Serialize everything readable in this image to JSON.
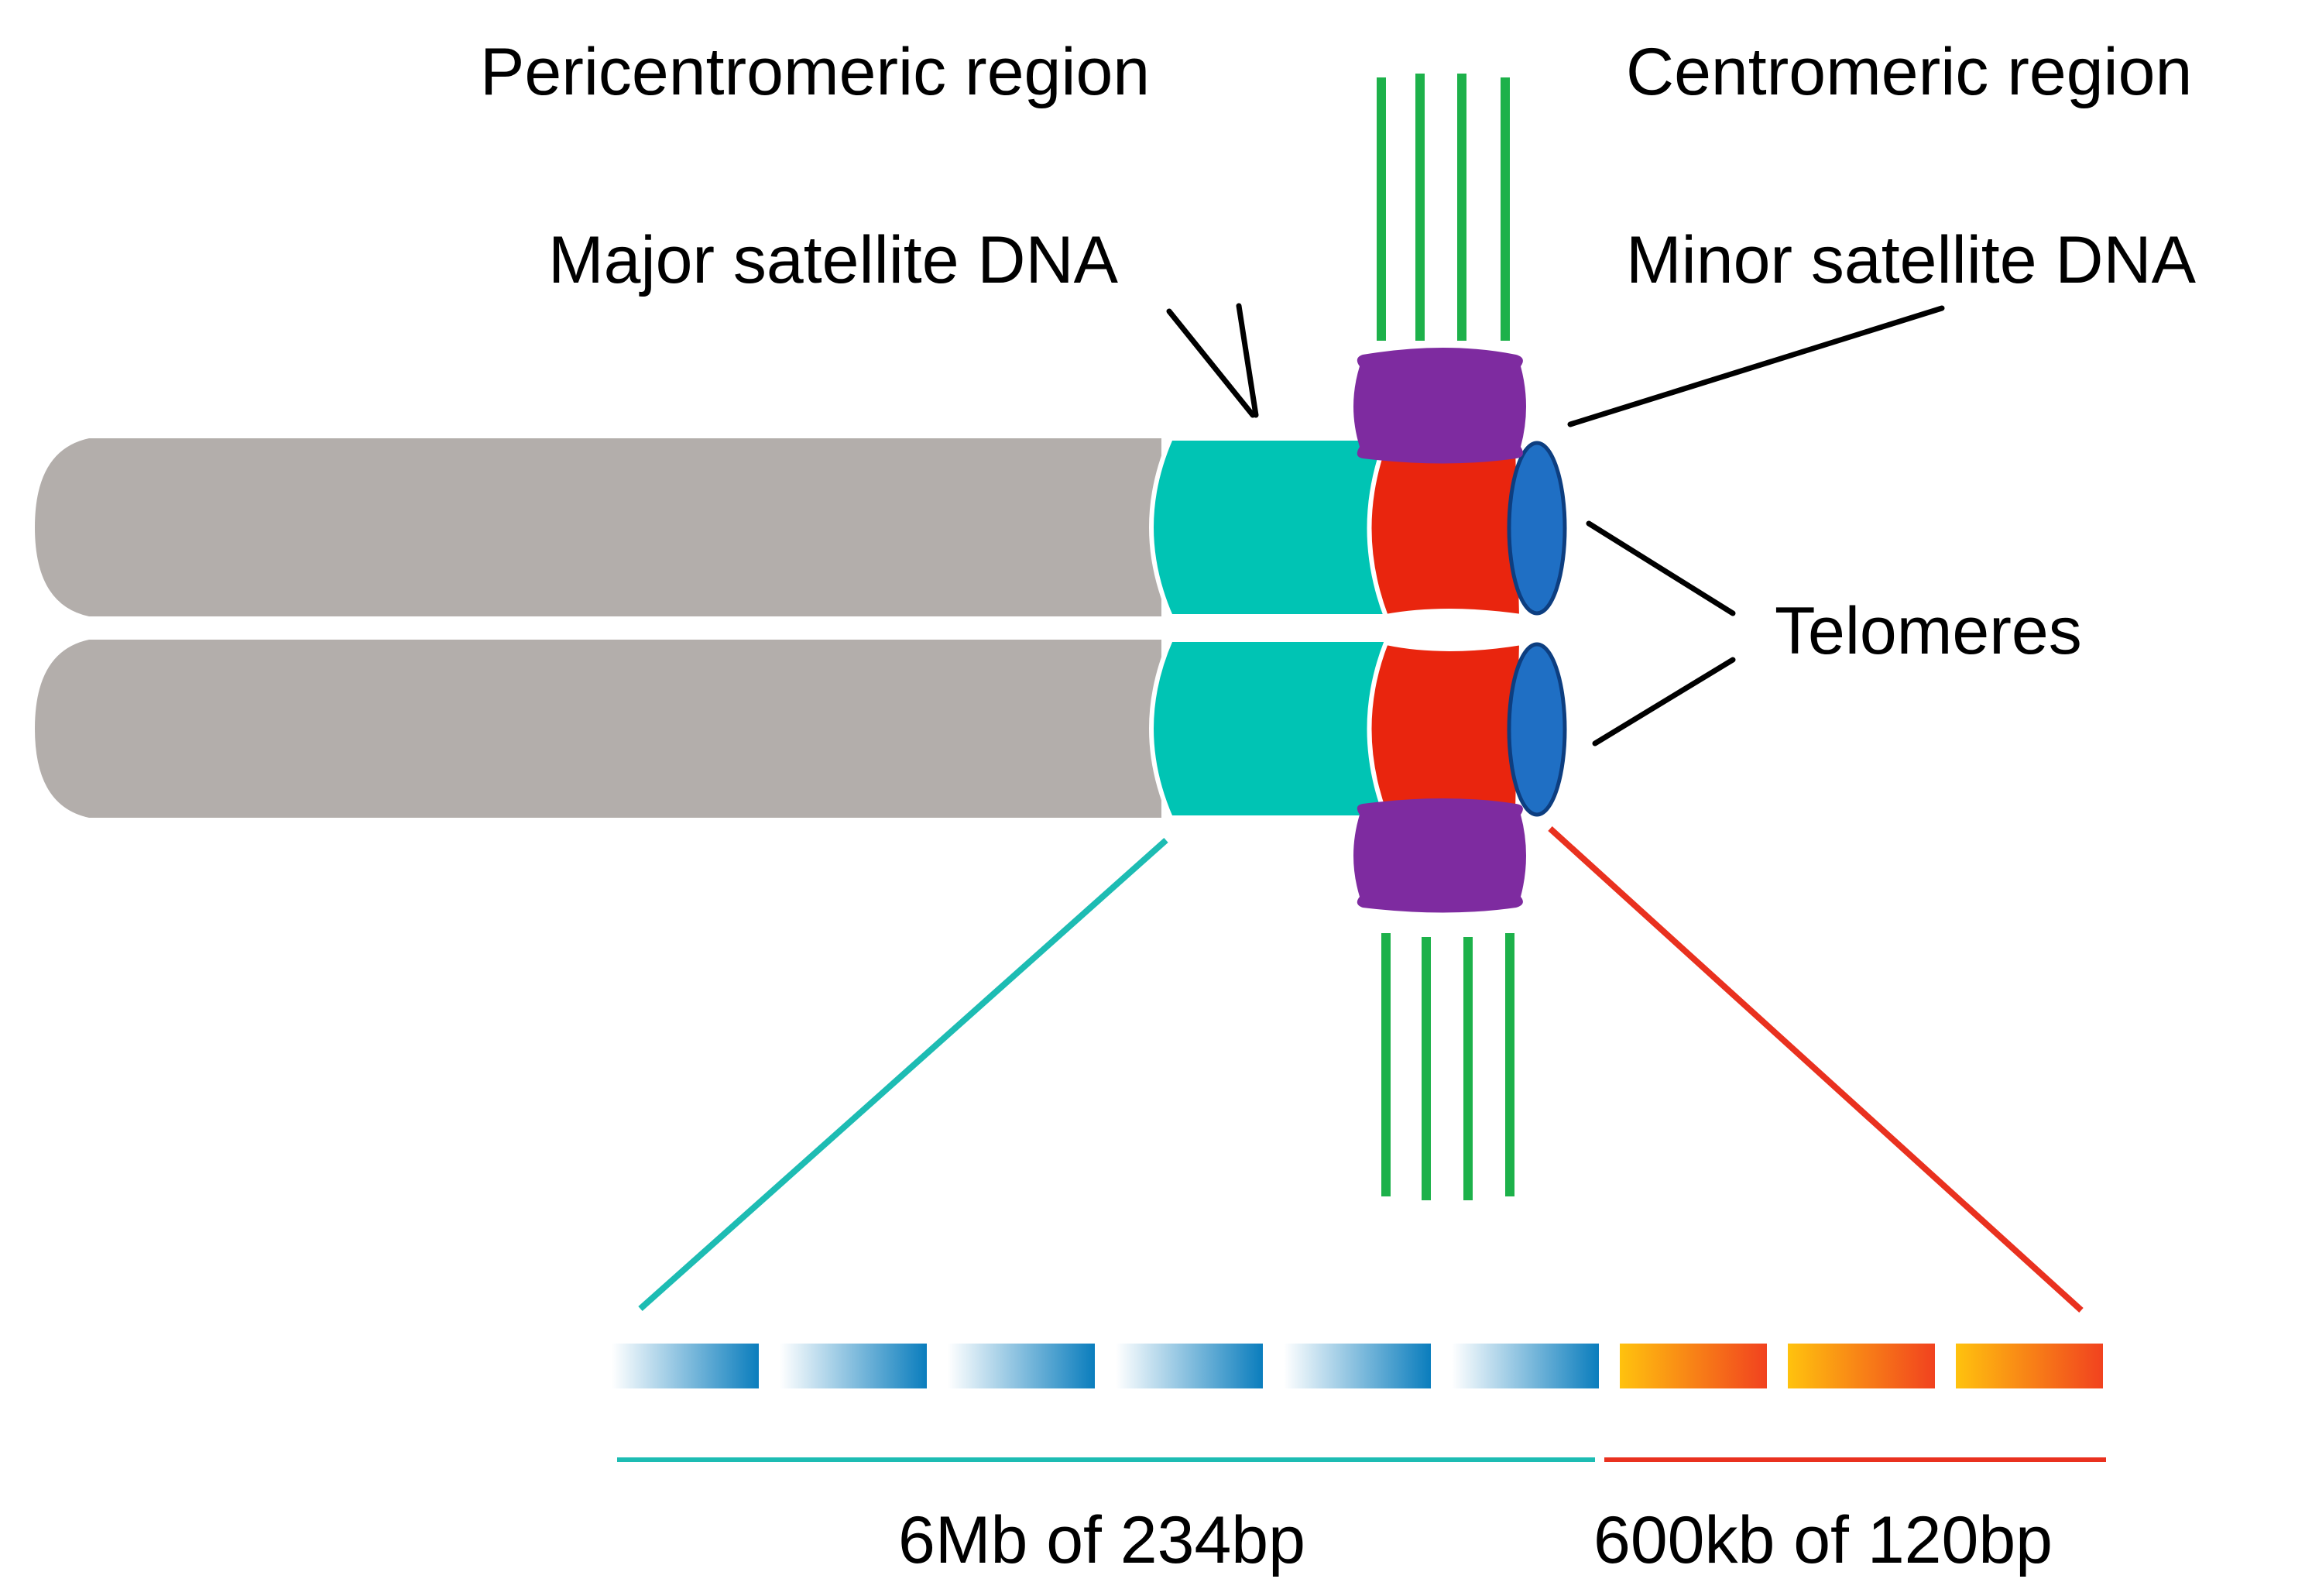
{
  "labels": {
    "pericentromeric_region": "Pericentromeric region",
    "centromeric_region": "Centromeric region",
    "major_satellite_dna": "Major satellite DNA",
    "minor_satellite_dna": "Minor satellite DNA",
    "telomeres": "Telomeres",
    "major_repeat_size": "6Mb of 234bp",
    "minor_repeat_size": "600kb of 120bp"
  },
  "repeats": {
    "major_satellite_units": 6,
    "minor_satellite_units": 3
  },
  "colors": {
    "chromatid": "#b3aeab",
    "major_satellite": "#00c4b4",
    "minor_satellite": "#e9250e",
    "kinetochore": "#7e2ba0",
    "telomere": "#1f6fc4",
    "microtubule": "#1db14a",
    "major_repeat_gradient_end": "#0a7dbd",
    "minor_repeat_gradient_start": "#ffc20e",
    "minor_repeat_gradient_end": "#f1421f",
    "line_major": "#1dbcb3",
    "line_minor": "#e9311f",
    "leader": "#000000"
  }
}
